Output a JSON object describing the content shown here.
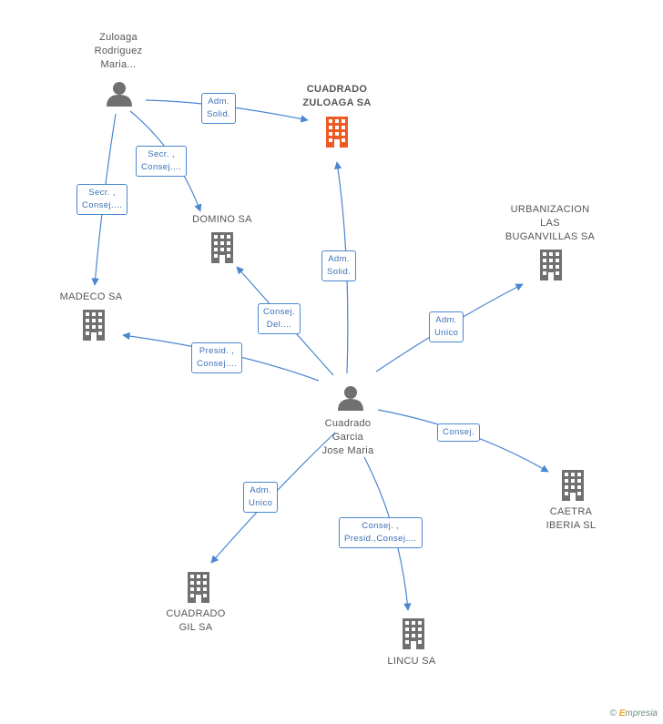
{
  "colors": {
    "edge": "#4a86d1",
    "building": "#707070",
    "building_highlight": "#ee5a24",
    "person": "#707070"
  },
  "nodes": {
    "zuloaga": {
      "lines": [
        "Zuloaga",
        "Rodriguez",
        "Maria..."
      ],
      "icon": "person-icon"
    },
    "cuadrado_zuloaga": {
      "lines": [
        "CUADRADO",
        "ZULOAGA SA"
      ],
      "icon": "building-icon"
    },
    "domino": {
      "lines": [
        "DOMINO SA"
      ],
      "icon": "building-icon"
    },
    "madeco": {
      "lines": [
        "MADECO SA"
      ],
      "icon": "building-icon"
    },
    "urbanizacion": {
      "lines": [
        "URBANIZACION",
        "LAS",
        "BUGANVILLAS SA"
      ],
      "icon": "building-icon"
    },
    "cuadrado_garcia": {
      "lines": [
        "Cuadrado",
        "Garcia",
        "Jose Maria"
      ],
      "icon": "person-icon"
    },
    "caetra": {
      "lines": [
        "CAETRA",
        "IBERIA SL"
      ],
      "icon": "building-icon"
    },
    "cuadrado_gil": {
      "lines": [
        "CUADRADO",
        "GIL SA"
      ],
      "icon": "building-icon"
    },
    "lincu": {
      "lines": [
        "LINCU SA"
      ],
      "icon": "building-icon"
    }
  },
  "edges": {
    "e1": {
      "lines": [
        "Adm.",
        "Solid."
      ]
    },
    "e2": {
      "lines": [
        "Secr. ,",
        "Consej...."
      ]
    },
    "e3": {
      "lines": [
        "Secr. ,",
        "Consej...."
      ]
    },
    "e4": {
      "lines": [
        "Adm.",
        "Solid."
      ]
    },
    "e5": {
      "lines": [
        "Consej.",
        "Del...."
      ]
    },
    "e6": {
      "lines": [
        "Presid. ,",
        "Consej...."
      ]
    },
    "e7": {
      "lines": [
        "Adm.",
        "Unico"
      ]
    },
    "e8": {
      "lines": [
        "Consej."
      ]
    },
    "e9": {
      "lines": [
        "Adm.",
        "Unico"
      ]
    },
    "e10": {
      "lines": [
        "Consej. ,",
        "Presid.,Consej...."
      ]
    }
  },
  "footer": {
    "copyright": "©",
    "brand": "mpresia",
    "brand_initial": "E"
  }
}
